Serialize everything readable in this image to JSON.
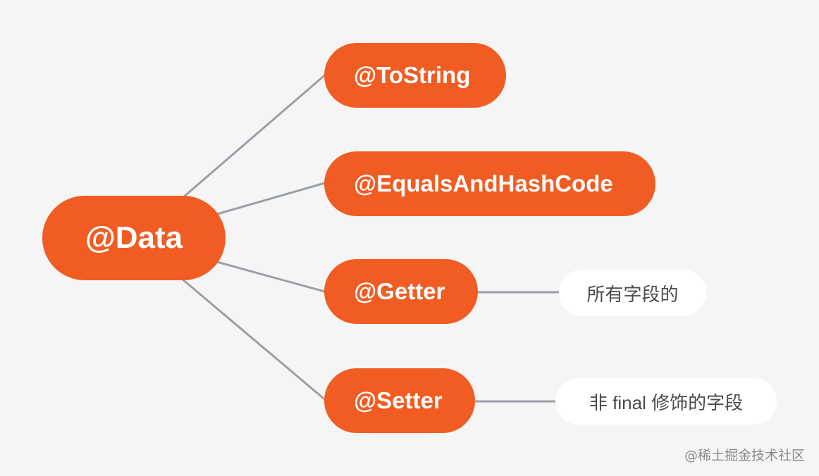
{
  "root": {
    "label": "@Data"
  },
  "children": [
    {
      "id": "tostring",
      "label": "@ToString"
    },
    {
      "id": "equals",
      "label": "@EqualsAndHashCode"
    },
    {
      "id": "getter",
      "label": "@Getter",
      "note": "所有字段的"
    },
    {
      "id": "setter",
      "label": "@Setter",
      "note": "非 final 修饰的字段"
    }
  ],
  "watermark": "@稀土掘金技术社区",
  "colors": {
    "background": "#f5f5f5",
    "node_fill": "#f15c22",
    "node_text": "#ffffff",
    "note_fill": "#ffffff",
    "note_text": "#4a4a4a",
    "connector": "#9aa0a8"
  }
}
